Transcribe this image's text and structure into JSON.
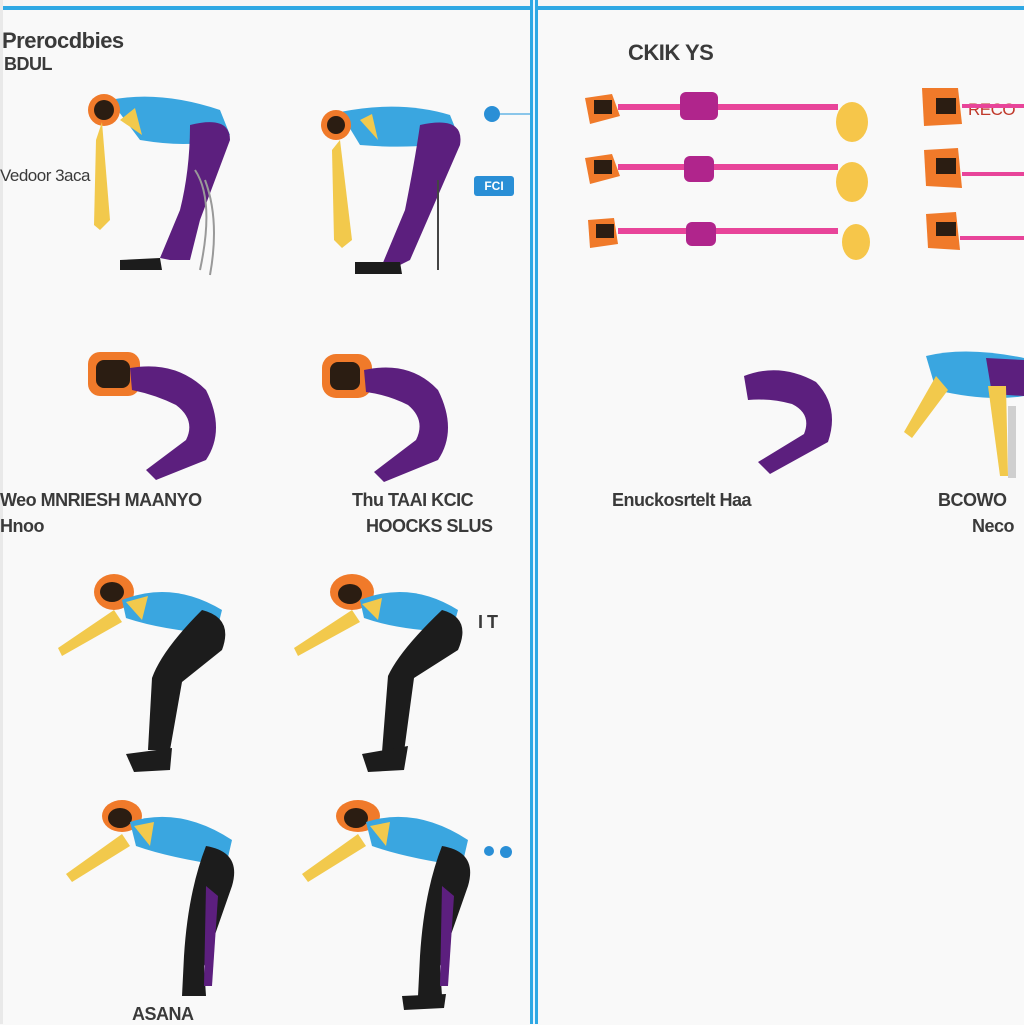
{
  "header": {
    "title": "Prerocdbies",
    "subtitle": "BDUL",
    "right_heading": "CKIK YS"
  },
  "captions": {
    "left_row1": "Vedoor 3aca",
    "row2_a_line1": "Weo MNRIESH MAANYO",
    "row2_a_line2": "Hnoo",
    "row2_b_line1": "Thu TAAI KCIC",
    "row2_b_line2": "HOOCKS SLUS",
    "row2_c": "Enuckosrtelt Haa",
    "row2_d_line1": "BCOWO",
    "row2_d_line2": "Neco",
    "row3_mark": "I T",
    "row4_bottom": "ASANA",
    "equip_label": "RECO",
    "chip": "FCI"
  },
  "icons": {
    "figure": "stretching-person-icon",
    "equipment": "resistance-band-icon"
  },
  "colors": {
    "accent_blue": "#2ea8e4",
    "shirt": "#3aa6e0",
    "skin": "#f2c94c",
    "pants_purple": "#5c1f7e",
    "pants_black": "#1c1c1c",
    "band_pink": "#e8459a",
    "band_orange": "#f07a2a"
  }
}
